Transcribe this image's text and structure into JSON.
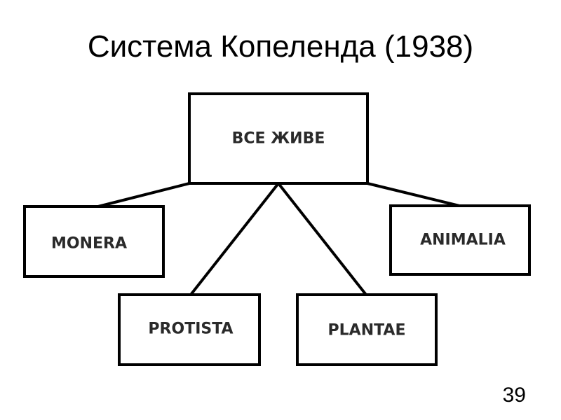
{
  "slide": {
    "title": "Система Копеленда (1938)",
    "page_number": "39"
  },
  "diagram": {
    "root": "ВСЕ ЖИВЕ",
    "children": [
      "MONERA",
      "PROTISTA",
      "PLANTAE",
      "ANIMALIA"
    ]
  }
}
